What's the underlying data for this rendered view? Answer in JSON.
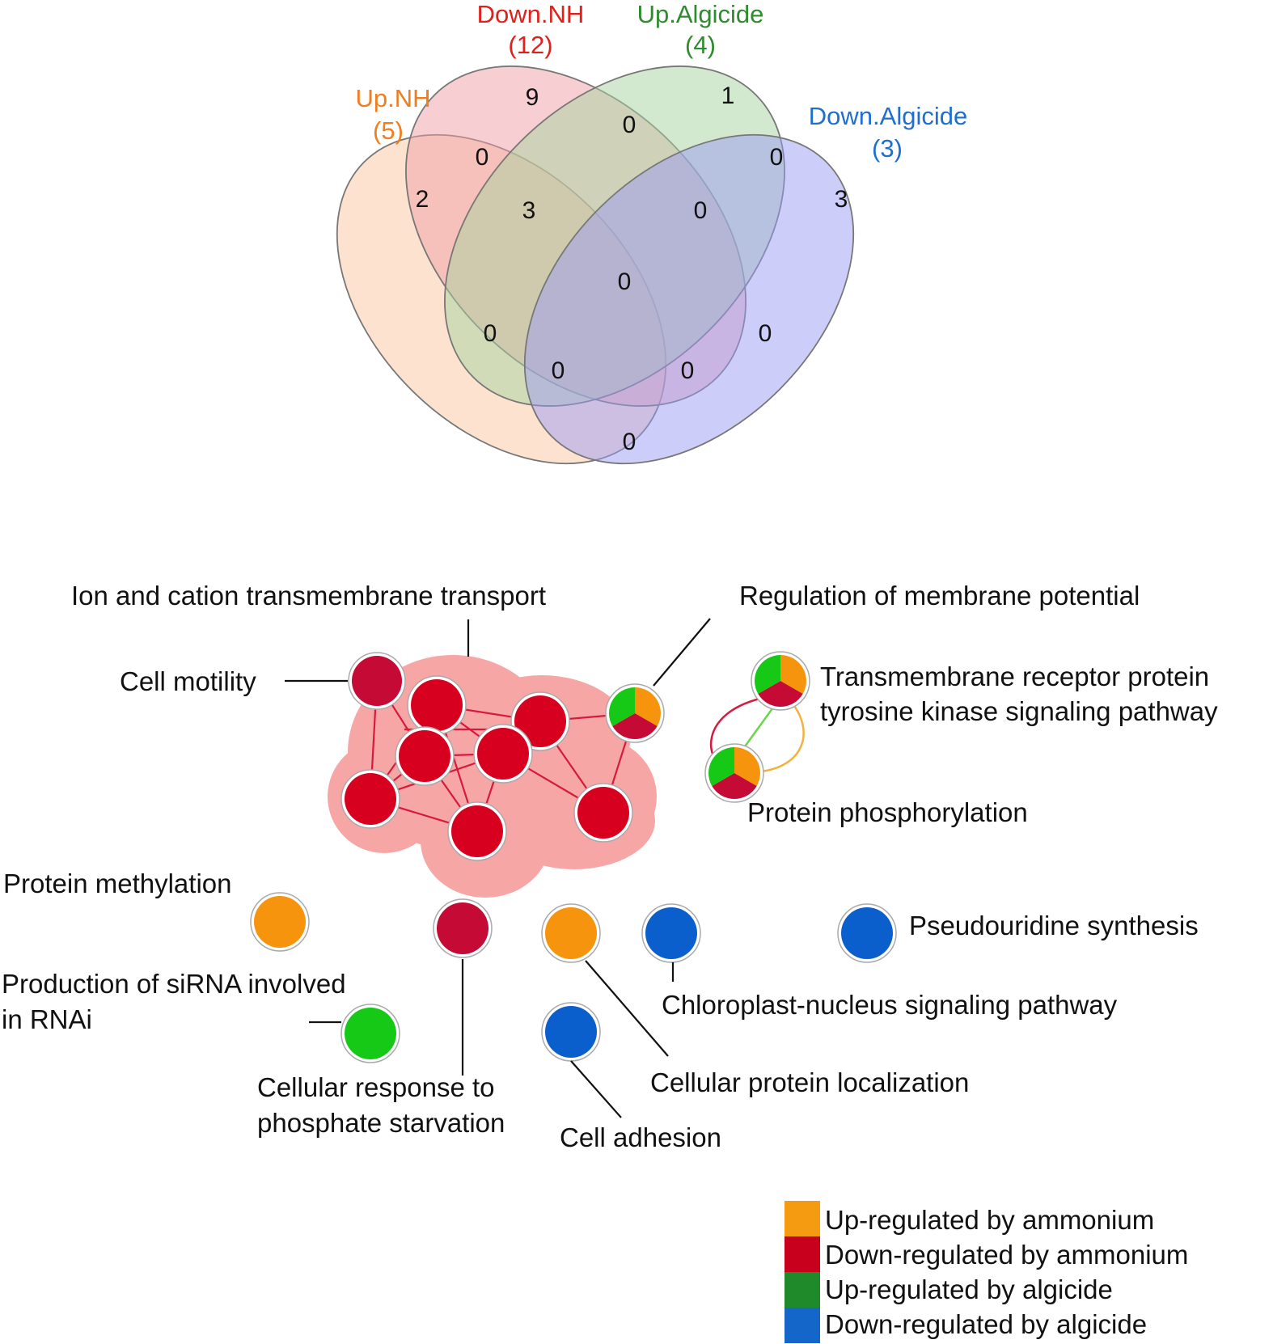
{
  "venn": {
    "sets": [
      {
        "name": "Up.NH",
        "count": "(5)",
        "color": "#f07d1e"
      },
      {
        "name": "Down.NH",
        "count": "(12)",
        "color": "#e0201b"
      },
      {
        "name": "Up.Algicide",
        "count": "(4)",
        "color": "#2e8b2e"
      },
      {
        "name": "Down.Algicide",
        "count": "(3)",
        "color": "#1f6fcf"
      }
    ],
    "regions": {
      "up_nh_only": "2",
      "down_nh_only": "9",
      "up_alg_only": "1",
      "down_alg_only": "3",
      "upnh_downnh": "0",
      "upnh_downnh_upalg": "3",
      "downnh_upalg": "0",
      "upalg_downalg": "0",
      "downnh_upalg_downalg": "0",
      "all_four": "0",
      "upnh_upalg": "0",
      "upnh_upalg_downalg": "0",
      "upnh_downnh_downalg": "0",
      "downnh_downalg": "0",
      "upnh_downalg": "0"
    },
    "fill_colors": [
      "#f9cba8",
      "#f0a0a8",
      "#a8d4a0",
      "#9c9cf4"
    ]
  },
  "network": {
    "labels": {
      "ion_transport": "Ion and cation transmembrane transport",
      "membrane_potential": "Regulation of membrane potential",
      "cell_motility": "Cell motility",
      "receptor_kinase_line1": "Transmembrane receptor protein",
      "receptor_kinase_line2": "tyrosine kinase signaling pathway",
      "protein_phosphorylation": "Protein phosphorylation",
      "protein_methylation": "Protein methylation",
      "pseudouridine": "Pseudouridine synthesis",
      "sirna_line1": "Production of siRNA involved",
      "sirna_line2": "in RNAi",
      "chloroplast": "Chloroplast-nucleus signaling pathway",
      "phosphate_line1": "Cellular response to",
      "phosphate_line2": "phosphate starvation",
      "protein_localization": "Cellular protein localization",
      "cell_adhesion": "Cell adhesion"
    }
  },
  "legend": {
    "items": [
      {
        "label": "Up-regulated by ammonium",
        "color": "#f59b12"
      },
      {
        "label": "Down-regulated by ammonium",
        "color": "#c8001e"
      },
      {
        "label": "Up-regulated by algicide",
        "color": "#1f8a2a"
      },
      {
        "label": "Down-regulated by algicide",
        "color": "#1466c8"
      }
    ]
  },
  "colors": {
    "node_red": "#d8001f",
    "node_darkred": "#c40a35",
    "node_orange": "#f7940e",
    "node_green": "#16c916",
    "node_blue": "#0a5fcc",
    "cluster_bg": "#f7a6a6",
    "edge_red": "#d61a3c",
    "edge_green": "#6ad64a",
    "edge_orange": "#f5b040"
  }
}
